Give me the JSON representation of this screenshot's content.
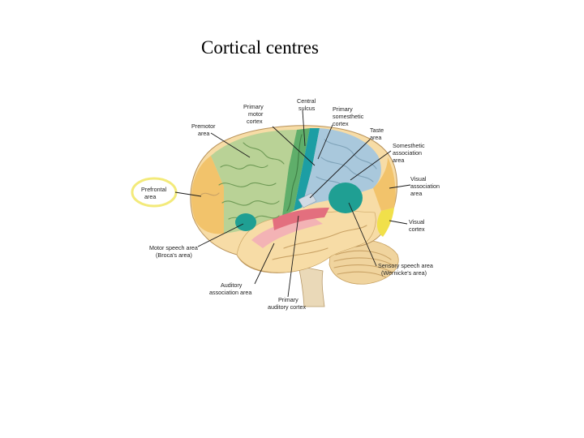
{
  "title": "Cortical centres",
  "labels": {
    "premotor_l1": "Premotor",
    "premotor_l2": "area",
    "primary_motor_l1": "Primary",
    "primary_motor_l2": "motor",
    "primary_motor_l3": "cortex",
    "central_l1": "Central",
    "central_l2": "sulcus",
    "somesthetic_l1": "Primary",
    "somesthetic_l2": "somesthetic",
    "somesthetic_l3": "cortex",
    "taste_l1": "Taste",
    "taste_l2": "area",
    "somassoc_l1": "Somesthetic",
    "somassoc_l2": "association",
    "somassoc_l3": "area",
    "prefrontal_l1": "Prefrontal",
    "prefrontal_l2": "area",
    "visassoc_l1": "Visual",
    "visassoc_l2": "association",
    "visassoc_l3": "area",
    "visual_l1": "Visual",
    "visual_l2": "cortex",
    "broca_l1": "Motor speech area",
    "broca_l2": "(Broca's area)",
    "wernicke_l1": "Sensory speech area",
    "wernicke_l2": "(Wernicke's area)",
    "auditory_assoc_l1": "Auditory",
    "auditory_assoc_l2": "association area",
    "primary_auditory_l1": "Primary",
    "primary_auditory_l2": "auditory cortex"
  },
  "colors": {
    "prefrontal": "#f2c36b",
    "premotor": "#b9d296",
    "primary_motor": "#5fae6a",
    "central_sulcus": "#1c9ea4",
    "somesthetic": "#a9c8dc",
    "visual_association": "#f2c36b",
    "visual_cortex": "#f1e04a",
    "temporal": "#f7dca6",
    "auditory": "#e36f7e",
    "speech_areas": "#1f9f93",
    "highlight_ring": "#f3ea7a"
  }
}
